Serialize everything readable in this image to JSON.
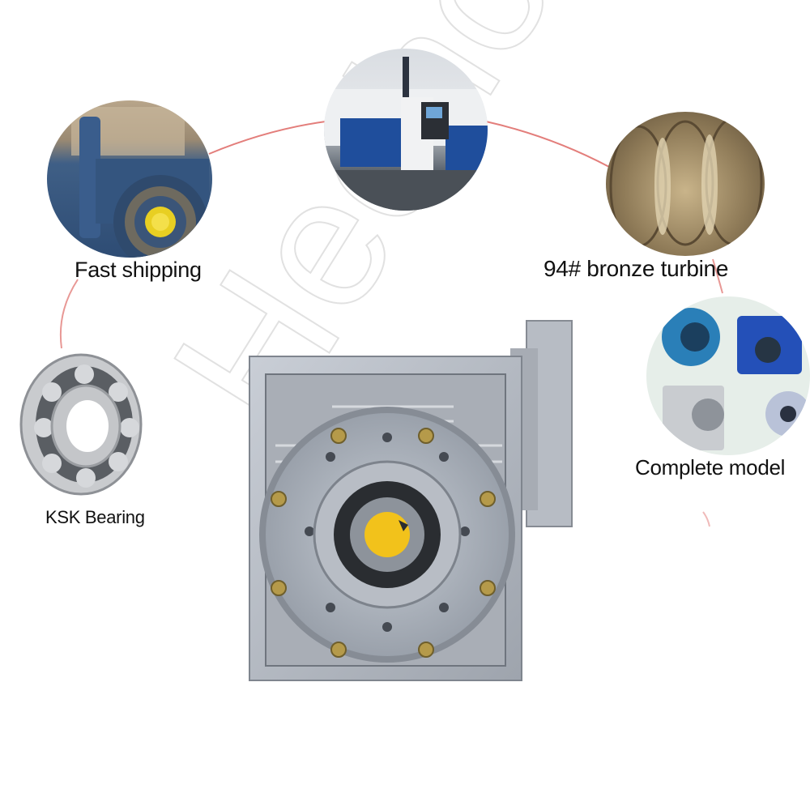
{
  "watermark": {
    "text": "Hechoo"
  },
  "features": [
    {
      "id": "fast-shipping",
      "label": "Fast shipping",
      "image": "blue-worm-gearboxes-packed-in-warehouse"
    },
    {
      "id": "factory",
      "label": "",
      "image": "cnc-machining-centers-in-factory"
    },
    {
      "id": "bronze-turbine",
      "label": "94# bronze turbine",
      "image": "bronze-worm-wheels"
    },
    {
      "id": "complete-model",
      "label": "Complete model",
      "image": "assorted-worm-gear-reducers"
    },
    {
      "id": "ksk-bearing",
      "label": "KSK Bearing",
      "image": "deep-groove-ball-bearing"
    }
  ],
  "product": {
    "image": "aluminum-worm-gear-reducer-with-yellow-hollow-shaft-cap"
  },
  "colors": {
    "connector": "#d9534f",
    "label_text": "#111111",
    "housing": "#b9bec6",
    "housing_dark": "#8b9099",
    "shaft_cap": "#f2c21b",
    "seal": "#2a2d31"
  }
}
